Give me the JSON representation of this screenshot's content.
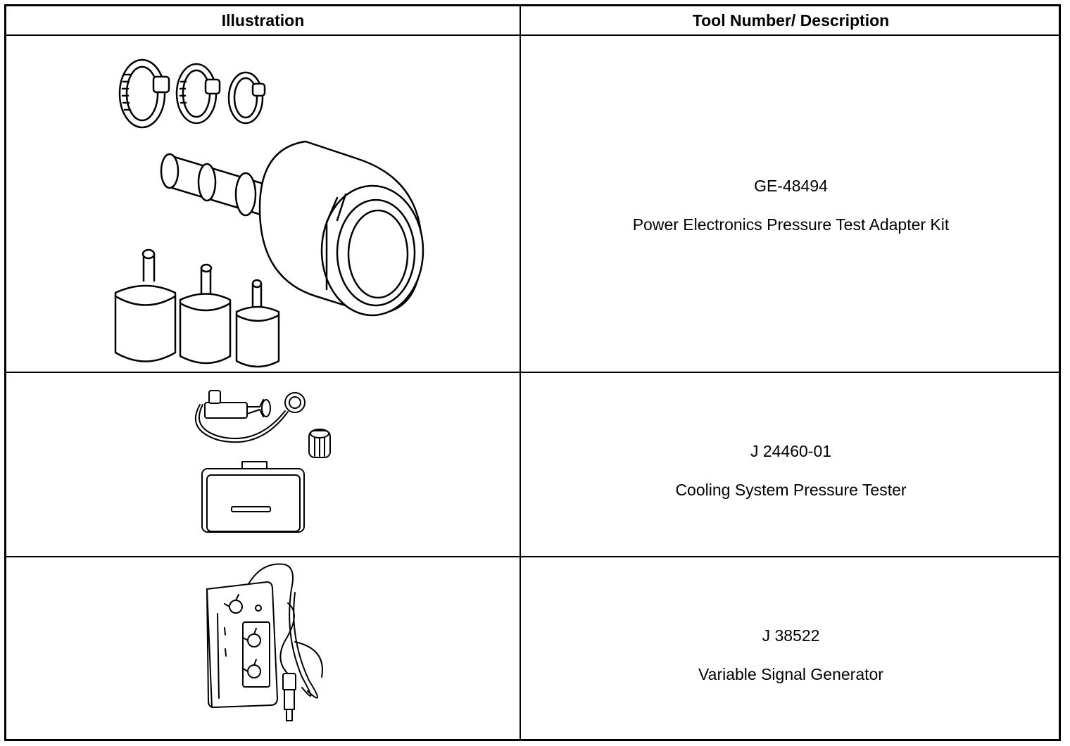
{
  "table": {
    "headers": {
      "illustration": "Illustration",
      "tool": "Tool Number/ Description"
    },
    "rows": [
      {
        "tool_number": "GE-48494",
        "description": "Power Electronics Pressure Test Adapter Kit",
        "illustration_icon": "pressure-test-adapter-kit-drawing"
      },
      {
        "tool_number": "J 24460-01",
        "description": "Cooling System Pressure Tester",
        "illustration_icon": "cooling-system-pressure-tester-drawing"
      },
      {
        "tool_number": "J 38522",
        "description": "Variable Signal Generator",
        "illustration_icon": "variable-signal-generator-drawing"
      }
    ]
  }
}
